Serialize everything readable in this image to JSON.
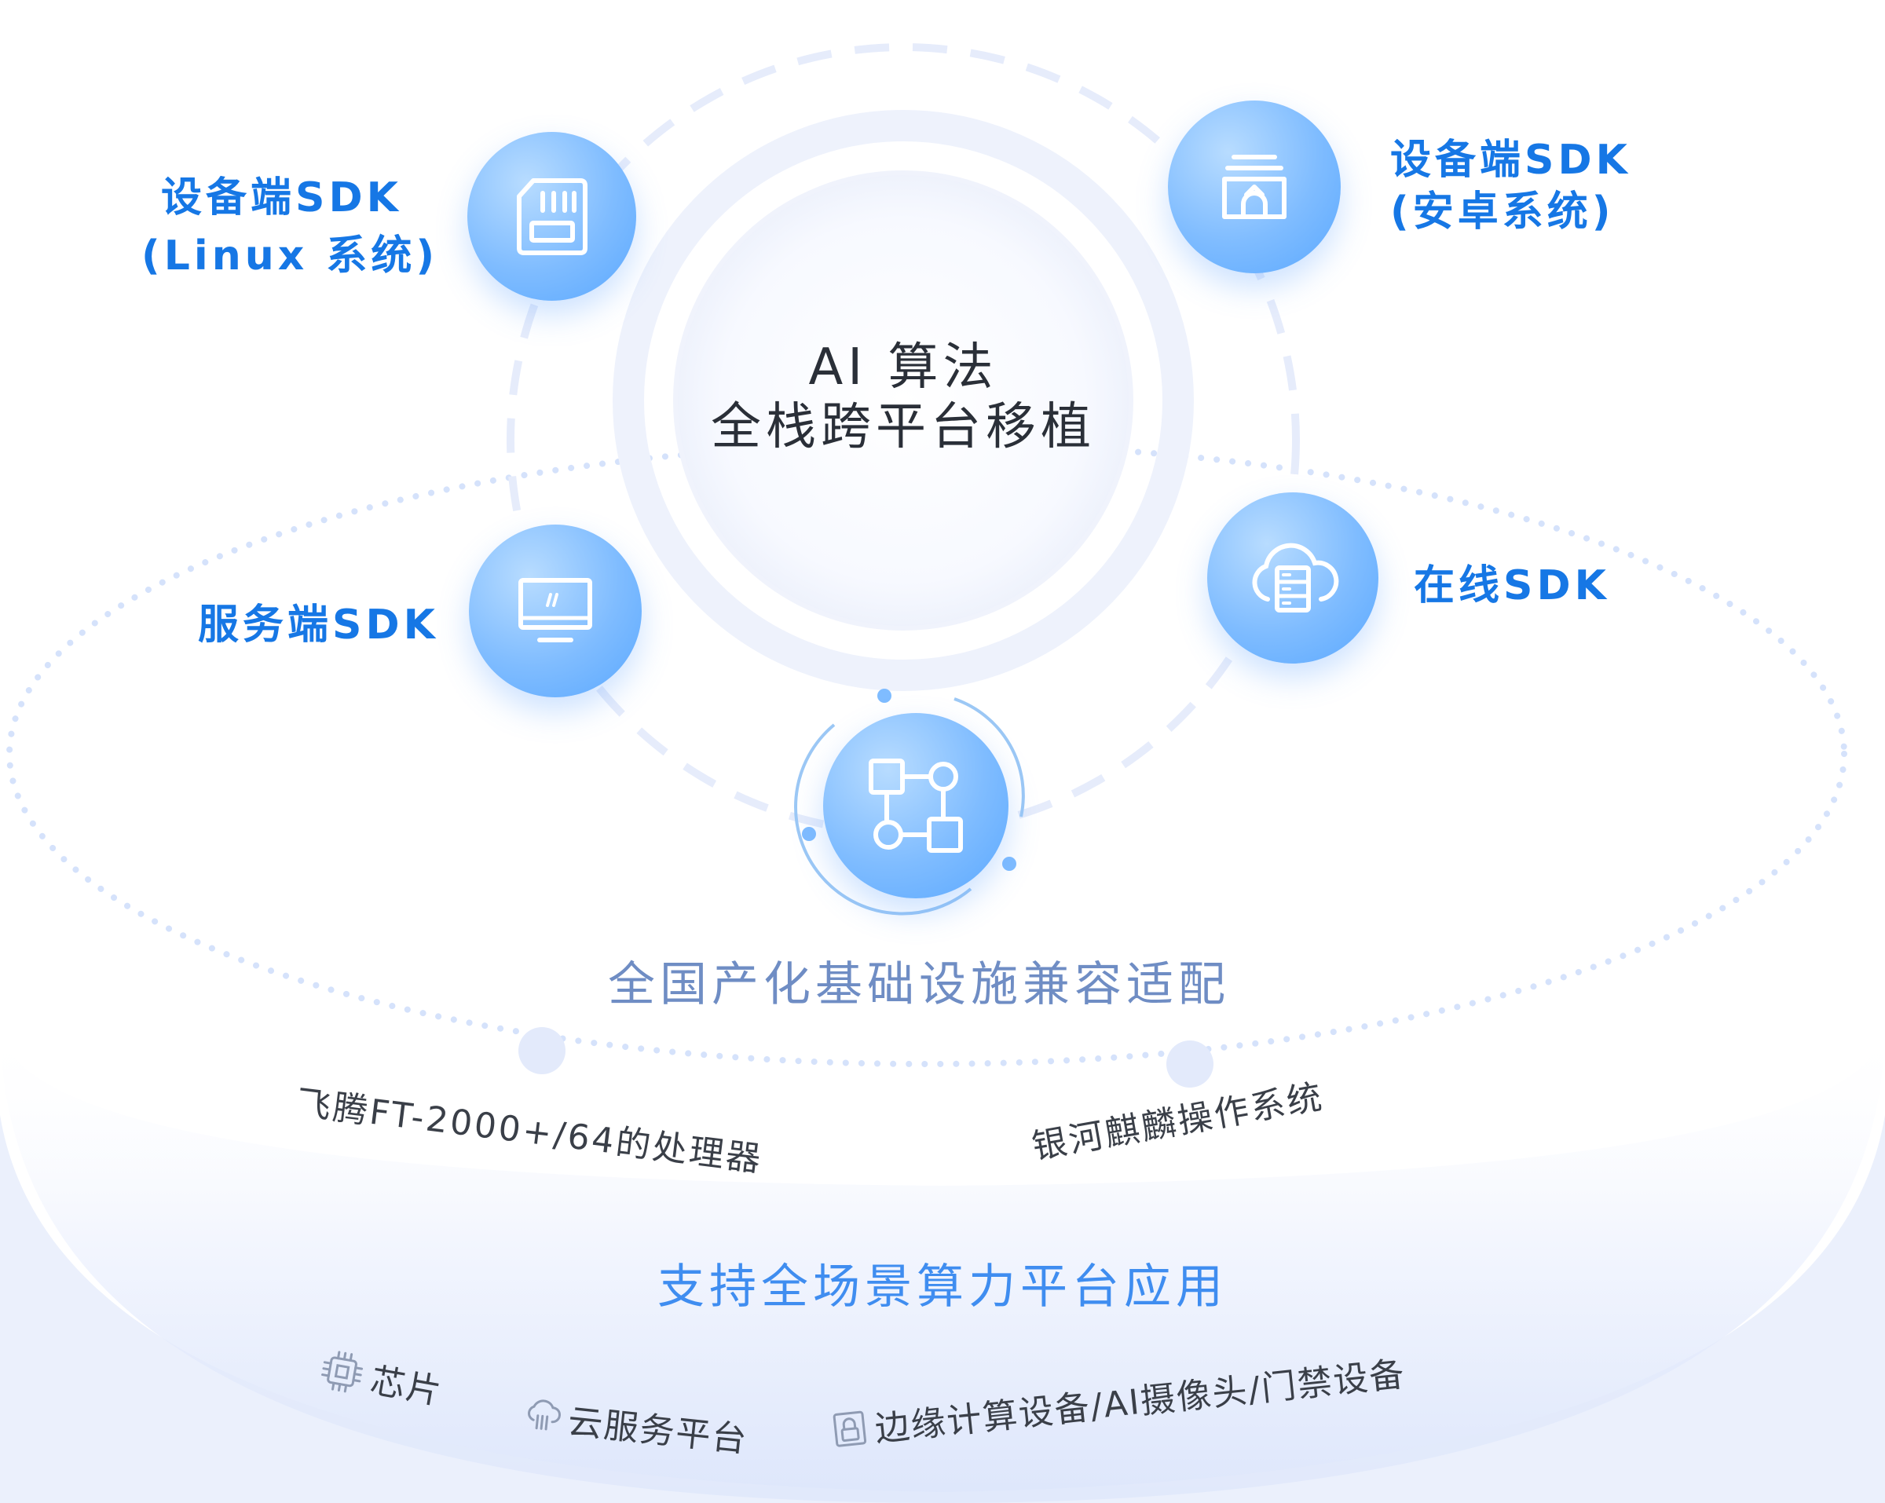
{
  "center": {
    "line1": "AI 算法",
    "line2": "全栈跨平台移植"
  },
  "nodes": {
    "linux_sdk": {
      "line1": "设备端SDK",
      "line2": "(Linux 系统)",
      "icon": "sd-card-icon"
    },
    "android_sdk": {
      "line1": "设备端SDK",
      "line2": "(安卓系统)",
      "icon": "upload-tray-icon"
    },
    "server_sdk": {
      "label": "服务端SDK",
      "icon": "monitor-icon"
    },
    "online_sdk": {
      "label": "在线SDK",
      "icon": "cloud-server-icon"
    },
    "workflow": {
      "icon": "flowchart-icon"
    }
  },
  "domestic": {
    "caption": "全国产化基础设施兼容适配",
    "processor": "飞腾FT-2000+/64的处理器",
    "os": "银河麒麟操作系统"
  },
  "platforms": {
    "caption": "支持全场景算力平台应用",
    "chip": "芯片",
    "cloud": "云服务平台",
    "edge": "边缘计算设备/AI摄像头/门禁设备"
  },
  "colors": {
    "accent_blue": "#1677e5",
    "caption_purple_blue": "#6f8dc4",
    "caption_blue": "#3f8df0",
    "bubble_blue": "#5aa8ff"
  }
}
